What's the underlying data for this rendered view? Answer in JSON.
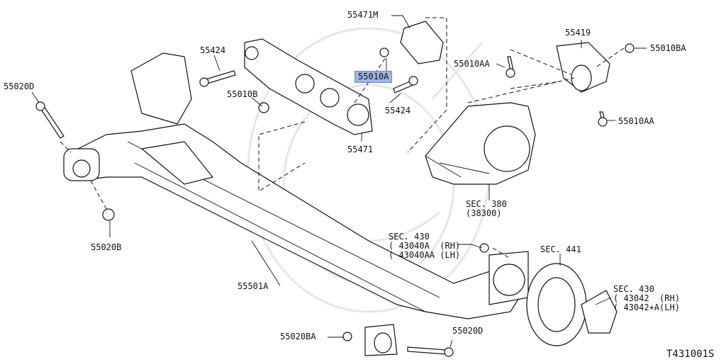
{
  "labels": {
    "p55471M": "55471M",
    "p55424_a": "55424",
    "p55010A": "55010A",
    "p55010B": "55010B",
    "p55424_b": "55424",
    "p55471": "55471",
    "p55419": "55419",
    "p55010BA": "55010BA",
    "p55010AA_a": "55010AA",
    "p55010AA_b": "55010AA",
    "p55020D_a": "55020D",
    "p55020B": "55020B",
    "sec380": "SEC. 380\n(38300)",
    "sec430_a": "SEC. 430\n( 43040A  (RH)\n( 43040AA (LH)",
    "sec441": "SEC. 441",
    "sec430_b": "SEC. 430\n( 43042  (RH)\n( 43042+A(LH)",
    "p55501A": "55501A",
    "p55020BA": "55020BA",
    "p55020D_b": "55020D",
    "figure_code": "T431001S"
  },
  "colors": {
    "highlight": "#9fb4e6",
    "line": "#111111",
    "watermark": "#e6e6e6"
  }
}
